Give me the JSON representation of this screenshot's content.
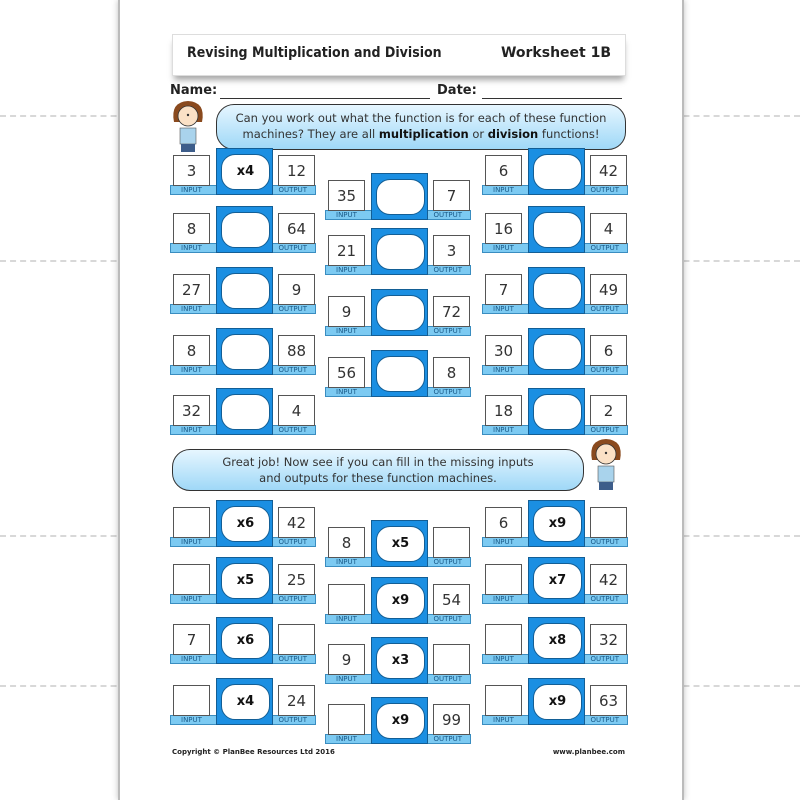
{
  "header": {
    "title": "Revising Multiplication and Division",
    "worksheet": "Worksheet 1B"
  },
  "fields": {
    "name_label": "Name:",
    "date_label": "Date:"
  },
  "bubble1": {
    "text_a": "Can you work out what the function is for each of these function machines? They are all ",
    "bold1": "multiplication",
    "text_b": " or ",
    "bold2": "division",
    "text_c": " functions!"
  },
  "bubble2": {
    "text": "Great job! Now see if you can fill in the missing inputs and outputs for these function machines."
  },
  "labels": {
    "input": "INPUT",
    "output": "OUTPUT"
  },
  "colors": {
    "machine": "#1b8fe2",
    "label_bar": "#7ccaf2",
    "bubble": "#9fd8f7"
  },
  "section1": {
    "left": [
      [
        "3",
        "x4",
        "12"
      ],
      [
        "8",
        "",
        "64"
      ],
      [
        "27",
        "",
        "9"
      ],
      [
        "8",
        "",
        "88"
      ],
      [
        "32",
        "",
        "4"
      ]
    ],
    "middle": [
      [
        "35",
        "",
        "7"
      ],
      [
        "21",
        "",
        "3"
      ],
      [
        "9",
        "",
        "72"
      ],
      [
        "56",
        "",
        "8"
      ]
    ],
    "right": [
      [
        "6",
        "",
        "42"
      ],
      [
        "16",
        "",
        "4"
      ],
      [
        "7",
        "",
        "49"
      ],
      [
        "30",
        "",
        "6"
      ],
      [
        "18",
        "",
        "2"
      ]
    ]
  },
  "section2": {
    "left": [
      [
        "",
        "x6",
        "42"
      ],
      [
        "",
        "x5",
        "25"
      ],
      [
        "7",
        "x6",
        ""
      ],
      [
        "",
        "x4",
        "24"
      ]
    ],
    "middle": [
      [
        "8",
        "x5",
        ""
      ],
      [
        "",
        "x9",
        "54"
      ],
      [
        "9",
        "x3",
        ""
      ],
      [
        "",
        "x9",
        "99"
      ]
    ],
    "right": [
      [
        "6",
        "x9",
        ""
      ],
      [
        "",
        "x7",
        "42"
      ],
      [
        "",
        "x8",
        "32"
      ],
      [
        "",
        "x9",
        "63"
      ]
    ]
  },
  "footer": {
    "copyright": "Copyright © PlanBee Resources Ltd 2016",
    "website": "www.planbee.com"
  }
}
